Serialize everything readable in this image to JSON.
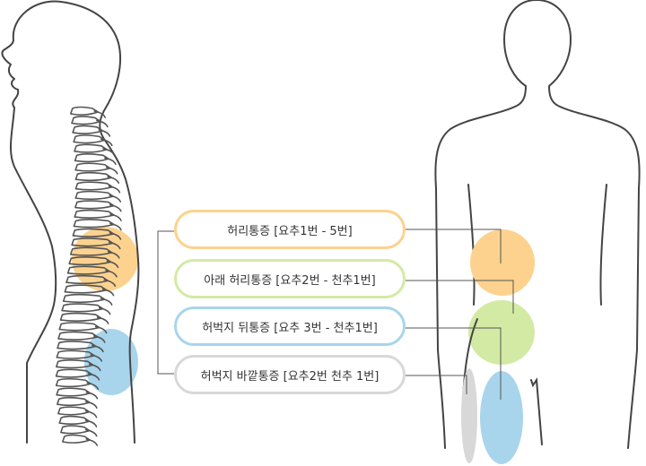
{
  "colors": {
    "outline": "#444444",
    "spine": "#555555",
    "connector": "#555555",
    "zone_1": "#fdd28e",
    "zone_2": "#d3eaa4",
    "zone_3": "#a8d5eb",
    "zone_4": "#d8d8d8"
  },
  "labels": [
    {
      "text": "허리통증 [요추1번 - 5번]",
      "color": "#fdd28e"
    },
    {
      "text": "아래 허리통증 [요추2번 - 천추1번]",
      "color": "#d3eaa4"
    },
    {
      "text": "허벅지 뒤통증 [요추 3번 - 천추1번]",
      "color": "#a8d5eb"
    },
    {
      "text": "허벅지 바깥통증 [요추2번 천추 1번]",
      "color": "#d8d8d8"
    }
  ]
}
